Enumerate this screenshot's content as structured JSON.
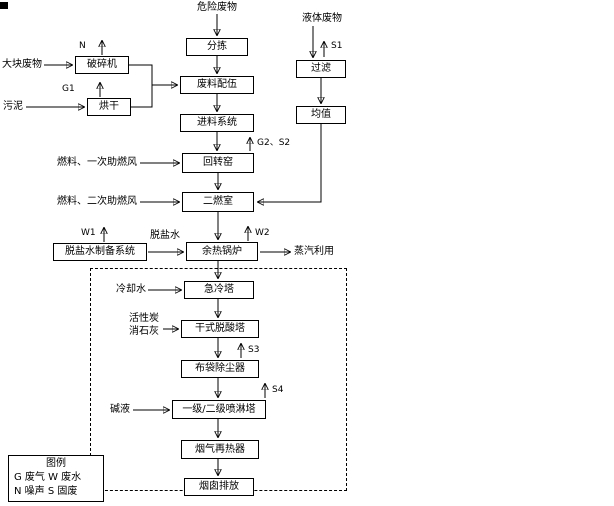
{
  "flow": {
    "source_top": "危险废物",
    "boxes": {
      "sorting": "分拣",
      "blending": "废料配伍",
      "feeding": "进料系统",
      "rotary_kiln": "回转窑",
      "secondary_chamber": "二燃室",
      "waste_heat_boiler": "余热锅炉",
      "quench_tower": "急冷塔",
      "dry_deacid_tower": "干式脱酸塔",
      "bag_filter": "布袋除尘器",
      "spray_tower": "一级/二级喷淋塔",
      "flue_gas_reheater": "烟气再热器",
      "stack_discharge": "烟囱排放",
      "crusher": "破碎机",
      "dryer": "烘干",
      "filtration": "过滤",
      "equalization": "均值",
      "demin_water_system": "脱盐水制备系统"
    },
    "inputs": {
      "bulk_waste": "大块废物",
      "sludge": "污泥",
      "liquid_waste": "液体废物",
      "fuel_primary_air": "燃料、一次助燃风",
      "fuel_secondary_air": "燃料、二次助燃风",
      "demin_water": "脱盐水",
      "cooling_water": "冷却水",
      "activated_carbon": "活性炭",
      "slaked_lime": "消石灰",
      "alkali_liquor": "碱液"
    },
    "outputs": {
      "steam_use": "蒸汽利用"
    },
    "emissions": {
      "n": "N",
      "g1": "G1",
      "s1": "S1",
      "g2_s2": "G2、S2",
      "w1": "W1",
      "w2": "W2",
      "s3": "S3",
      "s4": "S4"
    }
  },
  "legend": {
    "title": "图例",
    "row1": "G 废气 W 废水",
    "row2": "N 噪声 S 固废"
  }
}
